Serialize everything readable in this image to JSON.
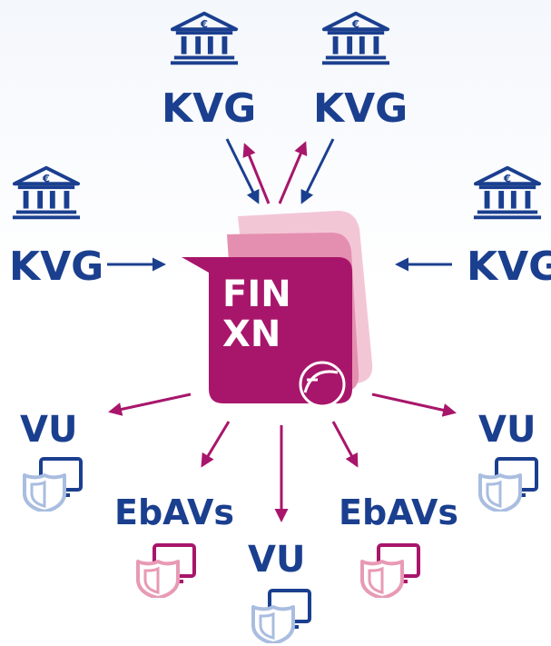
{
  "colors": {
    "navy": "#1b3f8f",
    "magenta": "#a8166b",
    "pink_light": "#f3c6d6",
    "pink_mid": "#e58fb0",
    "blue_light": "#a9bde0",
    "pink_icon": "#e89ab4"
  },
  "center": {
    "line1": "FIN",
    "line2": "XN"
  },
  "kvg_nodes": [
    {
      "label": "KVG",
      "icon": "bank-euro-icon"
    },
    {
      "label": "KVG",
      "icon": "bank-euro-icon"
    },
    {
      "label": "KVG",
      "icon": "bank-euro-icon"
    },
    {
      "label": "KVG",
      "icon": "bank-euro-icon"
    }
  ],
  "recipient_nodes": [
    {
      "label": "VU",
      "icon": "shield-monitor-icon"
    },
    {
      "label": "EbAVs",
      "icon": "shield-monitor-icon"
    },
    {
      "label": "VU",
      "icon": "shield-monitor-icon"
    },
    {
      "label": "EbAVs",
      "icon": "shield-monitor-icon"
    },
    {
      "label": "VU",
      "icon": "shield-monitor-icon"
    }
  ]
}
